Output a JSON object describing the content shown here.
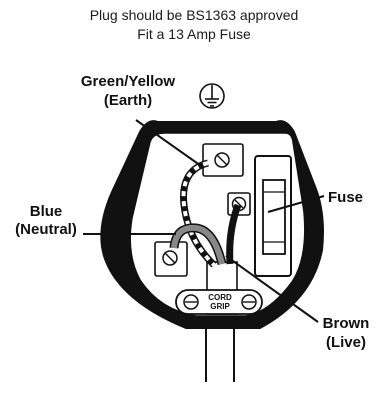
{
  "instructions": {
    "line1": "Plug should be BS1363 approved",
    "line2": "Fit a 13 Amp Fuse"
  },
  "labels": {
    "earth_1": "Green/Yellow",
    "earth_2": "(Earth)",
    "neutral_1": "Blue",
    "neutral_2": "(Neutral)",
    "fuse": "Fuse",
    "live_1": "Brown",
    "live_2": "(Live)",
    "grip_1": "CORD",
    "grip_2": "GRIP"
  },
  "icons": [
    "earth-symbol-icon",
    "screw-icon"
  ],
  "colors": {
    "ink": "#111111",
    "wire_grey": "#888888",
    "background": "#ffffff"
  }
}
